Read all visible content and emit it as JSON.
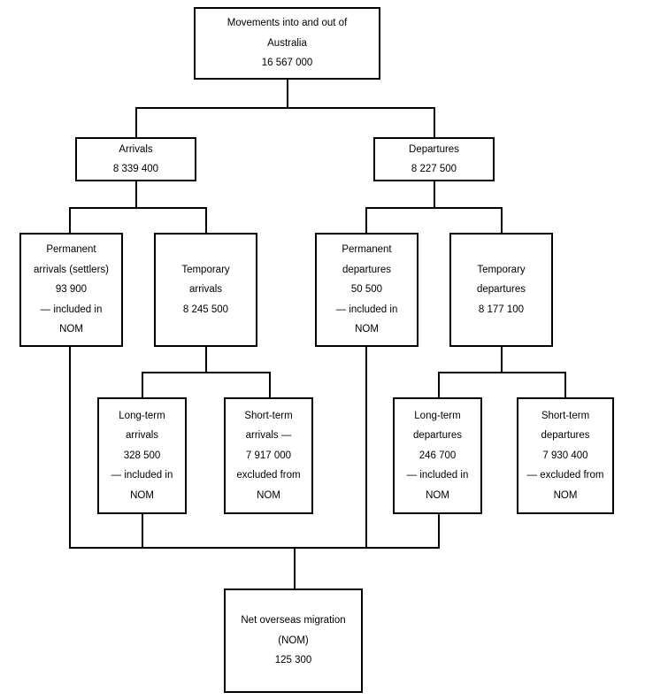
{
  "diagram": {
    "title": "Movements into and out of Australia",
    "type": "flowchart",
    "nodes": {
      "root": {
        "lines": [
          "Movements into and out of",
          "Australia",
          "16 567 000"
        ],
        "label": "Movements into and out of Australia",
        "value": "16 567 000"
      },
      "arrivals": {
        "lines": [
          "Arrivals",
          "8 339 400"
        ],
        "label": "Arrivals",
        "value": "8 339 400"
      },
      "departures": {
        "lines": [
          "Departures",
          "8 227 500"
        ],
        "label": "Departures",
        "value": "8 227 500"
      },
      "permanent_arrivals": {
        "lines": [
          "Permanent",
          "arrivals (settlers)",
          "93 900",
          "— included in",
          "NOM"
        ],
        "label": "Permanent arrivals (settlers)",
        "value": "93 900",
        "note": "— included in NOM"
      },
      "temporary_arrivals": {
        "lines": [
          "Temporary",
          "arrivals",
          "8 245 500"
        ],
        "label": "Temporary arrivals",
        "value": "8 245 500"
      },
      "permanent_departures": {
        "lines": [
          "Permanent",
          "departures",
          "50 500",
          "— included in",
          "NOM"
        ],
        "label": "Permanent departures",
        "value": "50 500",
        "note": "— included in NOM"
      },
      "temporary_departures": {
        "lines": [
          "Temporary",
          "departures",
          "8 177 100"
        ],
        "label": "Temporary departures",
        "value": "8 177 100"
      },
      "long_term_arrivals": {
        "lines": [
          "Long-term",
          "arrivals",
          "328 500",
          "— included in",
          "NOM"
        ],
        "label": "Long-term arrivals",
        "value": "328 500",
        "note": "— included in NOM"
      },
      "short_term_arrivals": {
        "lines": [
          "Short-term",
          "arrivals —",
          "7 917 000",
          "excluded from",
          "NOM"
        ],
        "label": "Short-term arrivals",
        "value": "7 917 000",
        "note": "— excluded from NOM"
      },
      "long_term_departures": {
        "lines": [
          "Long-term",
          "departures",
          "246 700",
          "— included in",
          "NOM"
        ],
        "label": "Long-term departures",
        "value": "246 700",
        "note": "— included in NOM"
      },
      "short_term_departures": {
        "lines": [
          "Short-term",
          "departures",
          "7 930 400",
          "— excluded from",
          "NOM"
        ],
        "label": "Short-term departures",
        "value": "7 930 400",
        "note": "— excluded from NOM"
      },
      "nom": {
        "lines": [
          "Net overseas migration",
          "(NOM)",
          "125 300"
        ],
        "label": "Net overseas migration (NOM)",
        "value": "125 300"
      }
    },
    "colors": {
      "border": "#000000",
      "background": "#ffffff",
      "text": "#000000"
    }
  }
}
